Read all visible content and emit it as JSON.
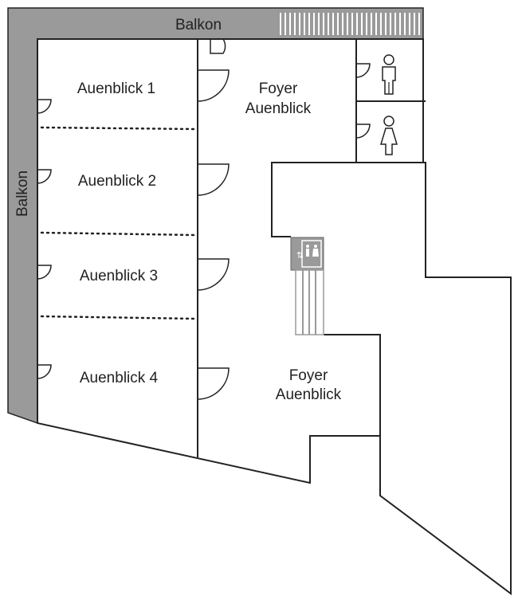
{
  "balcony": {
    "top_label": "Balkon",
    "side_label": "Balkon",
    "fill_color": "#9a9a9a"
  },
  "rooms": [
    {
      "name": "Auenblick 1"
    },
    {
      "name": "Auenblick 2"
    },
    {
      "name": "Auenblick 3"
    },
    {
      "name": "Auenblick 4"
    }
  ],
  "foyer_upper": {
    "line1": "Foyer",
    "line2": "Auenblick"
  },
  "foyer_lower": {
    "line1": "Foyer",
    "line2": "Auenblick"
  },
  "icons": {
    "male_restroom": "male-restroom-icon",
    "female_restroom": "female-restroom-icon",
    "elevator": "elevator-icon",
    "stairs_hatch": "stairs-hatch-icon"
  },
  "colors": {
    "wall": "#222222",
    "elevator_bg": "#9a9a9a",
    "stairs": "#9a9a9a"
  }
}
